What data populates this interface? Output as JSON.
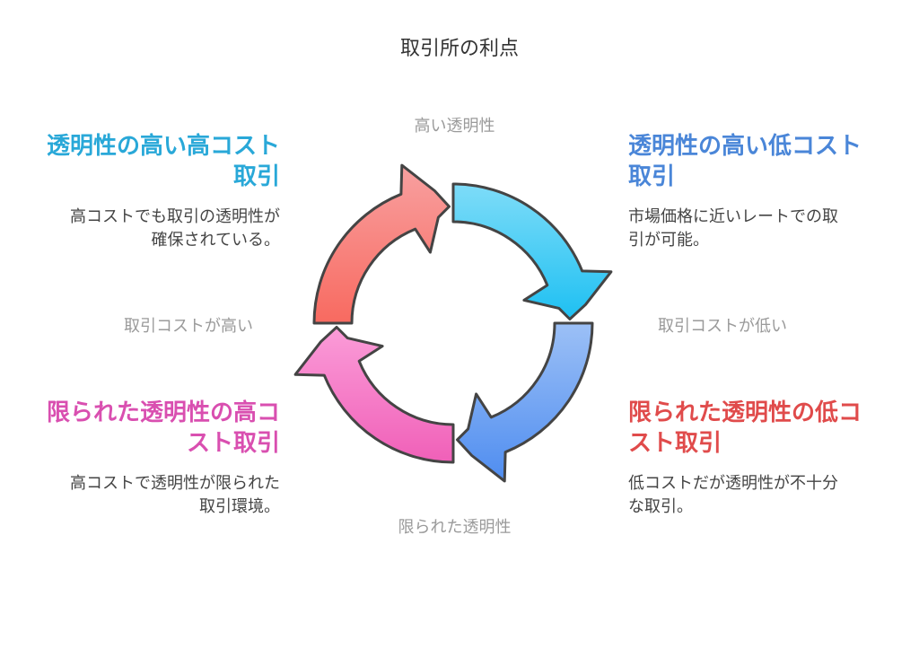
{
  "title": "取引所の利点",
  "axes": {
    "top": "高い透明性",
    "bottom": "限られた透明性",
    "left": "取引コストが高い",
    "right": "取引コストが低い"
  },
  "quadrants": {
    "top_left": {
      "heading": [
        "透明性の高い高コスト",
        "取引"
      ],
      "body": [
        "高コストでも取引の透明性が",
        "確保されている。"
      ],
      "color": "#29a8d8"
    },
    "top_right": {
      "heading": [
        "透明性の高い低コスト",
        "取引"
      ],
      "body": [
        "市場価格に近いレートでの取",
        "引が可能。"
      ],
      "color": "#4a86d8"
    },
    "bottom_left": {
      "heading": [
        "限られた透明性の高コ",
        "スト取引"
      ],
      "body": [
        "高コストで透明性が限られた",
        "取引環境。"
      ],
      "color": "#d94fb0"
    },
    "bottom_right": {
      "heading": [
        "限られた透明性の低コ",
        "スト取引"
      ],
      "body": [
        "低コストだが透明性が不十分",
        "な取引。"
      ],
      "color": "#e04b4b"
    }
  },
  "segment_colors": {
    "top_left": "#f8716a",
    "top_right": "#35c4ee",
    "bottom_right": "#5b93ec",
    "bottom_left": "#f26cbd"
  }
}
